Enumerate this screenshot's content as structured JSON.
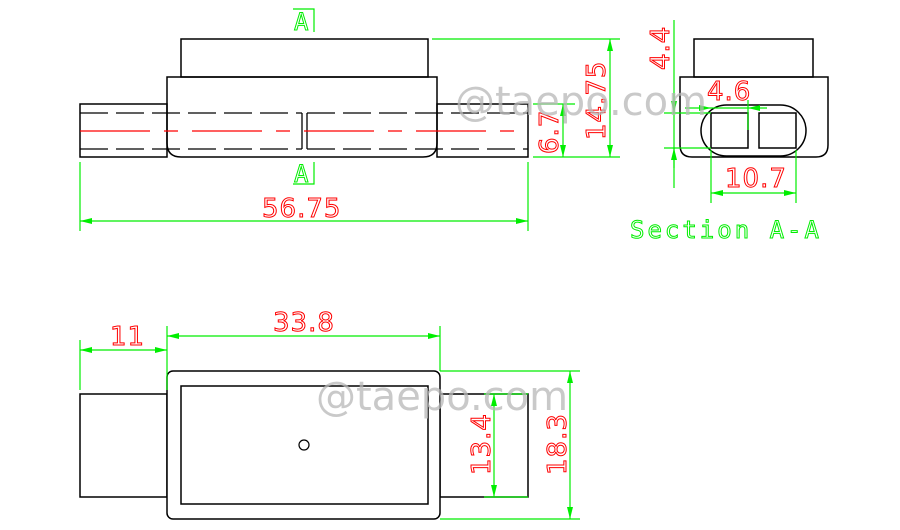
{
  "drawing": {
    "colors": {
      "outline": "#000000",
      "dimension": "#00ee00",
      "dimension_text": "#ff0000",
      "centerline": "#ff0000",
      "watermark": "#b8b8b8"
    },
    "front_view": {
      "section_marker_top": "A",
      "section_marker_bottom": "A",
      "dimensions": {
        "overall_length": "56.75",
        "height": "14.75",
        "cable_height": "6.7"
      }
    },
    "section_view": {
      "title": "Section A-A",
      "dimensions": {
        "top_offset": "4.4",
        "square_width": "4.6",
        "oval_width": "10.7"
      }
    },
    "bottom_view": {
      "dimensions": {
        "stub_length": "11",
        "body_length": "33.8",
        "stub_height": "13.4",
        "body_height": "18.3"
      }
    },
    "watermark": {
      "text_1": "@taepo.com",
      "text_2": "@taepo.com"
    }
  }
}
